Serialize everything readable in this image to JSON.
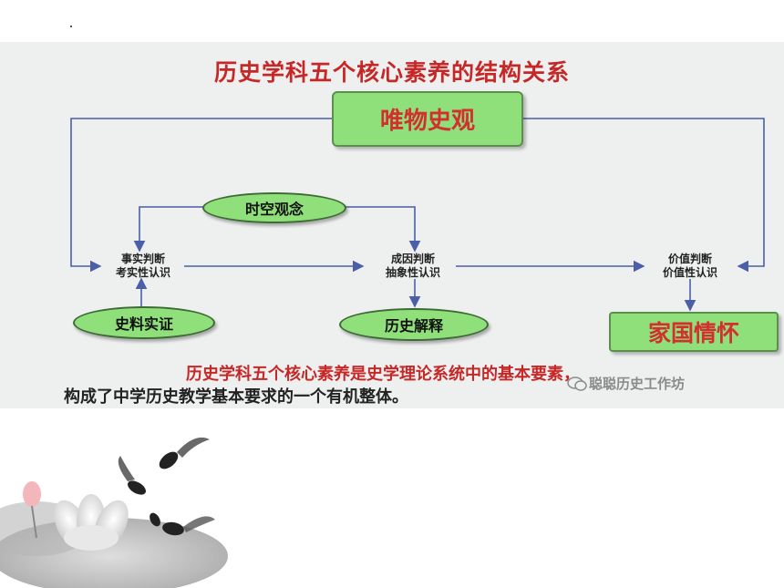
{
  "title": "历史学科五个核心素养的结构关系",
  "nodes": {
    "materialism": "唯物史观",
    "spacetime": "时空观念",
    "evidence": "史料实证",
    "interpretation": "历史解释",
    "patriotism": "家国情怀"
  },
  "labels": {
    "fact_line1": "事实判断",
    "fact_line2": "考实性认识",
    "cause_line1": "成因判断",
    "cause_line2": "抽象性认识",
    "value_line1": "价值判断",
    "value_line2": "价值性认识"
  },
  "caption": {
    "line1": "历史学科五个核心素养是史学理论系统中的基本要素，",
    "line2": "构成了中学历史教学基本要求的一个有机整体。"
  },
  "watermark": "聪聪历史工作坊",
  "colors": {
    "node_green": "#8fe07a",
    "text_red": "#c62828",
    "line_blue": "#4a5fa8"
  }
}
